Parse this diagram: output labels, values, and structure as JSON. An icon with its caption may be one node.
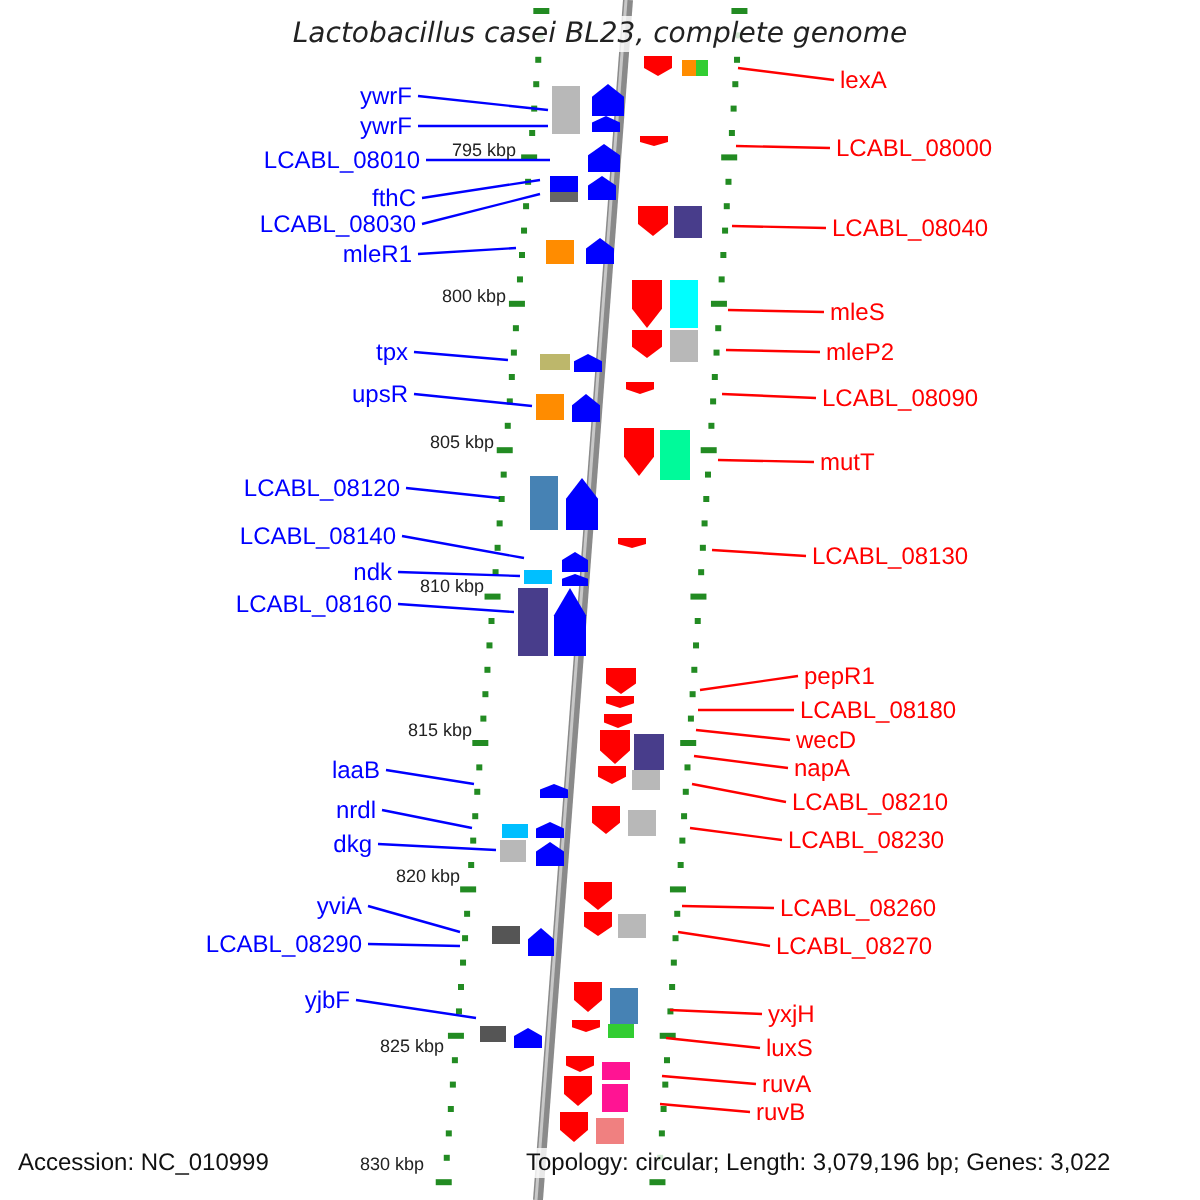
{
  "diagram": {
    "title": "Lactobacillus casei BL23, complete genome",
    "nodes": [
      {
        "text": [
          "ywrF"
        ]
      },
      {
        "text": [
          "ywrF"
        ]
      },
      {
        "text": [
          "LCABL_08010"
        ]
      },
      {
        "text": [
          "fthC"
        ]
      },
      {
        "text": [
          "LCABL_08030"
        ]
      },
      {
        "text": [
          "mleR1"
        ]
      },
      {
        "text": [
          "tpx"
        ]
      },
      {
        "text": [
          "upsR"
        ]
      },
      {
        "text": [
          "LCABL_08120"
        ]
      },
      {
        "text": [
          "LCABL_08140"
        ]
      },
      {
        "text": [
          "ndk"
        ]
      },
      {
        "text": [
          "LCABL_08160"
        ]
      },
      {
        "text": [
          "laaB"
        ]
      },
      {
        "text": [
          "nrdl"
        ]
      },
      {
        "text": [
          "dkg"
        ]
      },
      {
        "text": [
          "yviA"
        ]
      },
      {
        "text": [
          "LCABL_08290"
        ]
      },
      {
        "text": [
          "yjbF"
        ]
      },
      {
        "text": [
          "lexA"
        ]
      },
      {
        "text": [
          "LCABL_08000"
        ]
      },
      {
        "text": [
          "LCABL_08040"
        ]
      },
      {
        "text": [
          "mleS"
        ]
      },
      {
        "text": [
          "mleP2"
        ]
      },
      {
        "text": [
          "LCABL_08090"
        ]
      },
      {
        "text": [
          "mutT"
        ]
      },
      {
        "text": [
          "LCABL_08130"
        ]
      },
      {
        "text": [
          "pepR1"
        ]
      },
      {
        "text": [
          "LCABL_08180"
        ]
      },
      {
        "text": [
          "wecD"
        ]
      },
      {
        "text": [
          "napA"
        ]
      },
      {
        "text": [
          "LCABL_08210"
        ]
      },
      {
        "text": [
          "LCABL_08230"
        ]
      },
      {
        "text": [
          "LCABL_08260"
        ]
      },
      {
        "text": [
          "LCABL_08270"
        ]
      },
      {
        "text": [
          "yxjH"
        ]
      },
      {
        "text": [
          "luxS"
        ]
      },
      {
        "text": [
          "ruvA"
        ]
      },
      {
        "text": [
          "ruvB"
        ]
      }
    ],
    "edges": [
      {
        "from": 0,
        "to": null,
        "arrow": "none",
        "color": "#0000ff"
      },
      {
        "from": 1,
        "to": null,
        "arrow": "none",
        "color": "#0000ff"
      },
      {
        "from": 2,
        "to": null,
        "arrow": "none",
        "color": "#0000ff"
      },
      {
        "from": 3,
        "to": null,
        "arrow": "none",
        "color": "#0000ff"
      },
      {
        "from": 4,
        "to": null,
        "arrow": "none",
        "color": "#0000ff"
      },
      {
        "from": 5,
        "to": null,
        "arrow": "none",
        "color": "#0000ff"
      },
      {
        "from": 6,
        "to": null,
        "arrow": "none",
        "color": "#0000ff"
      },
      {
        "from": 7,
        "to": null,
        "arrow": "none",
        "color": "#0000ff"
      },
      {
        "from": 8,
        "to": null,
        "arrow": "none",
        "color": "#0000ff"
      },
      {
        "from": 9,
        "to": null,
        "arrow": "none",
        "color": "#0000ff"
      },
      {
        "from": 10,
        "to": null,
        "arrow": "none",
        "color": "#0000ff"
      },
      {
        "from": 11,
        "to": null,
        "arrow": "none",
        "color": "#0000ff"
      },
      {
        "from": 12,
        "to": null,
        "arrow": "none",
        "color": "#0000ff"
      },
      {
        "from": 13,
        "to": null,
        "arrow": "none",
        "color": "#0000ff"
      },
      {
        "from": 14,
        "to": null,
        "arrow": "none",
        "color": "#0000ff"
      },
      {
        "from": 15,
        "to": null,
        "arrow": "none",
        "color": "#0000ff"
      },
      {
        "from": 16,
        "to": null,
        "arrow": "none",
        "color": "#0000ff"
      },
      {
        "from": 17,
        "to": null,
        "arrow": "none",
        "color": "#0000ff"
      },
      {
        "from": 18,
        "to": null,
        "arrow": "none"
      },
      {
        "from": 19,
        "to": null,
        "arrow": "none"
      },
      {
        "from": 20,
        "to": null,
        "arrow": "none"
      },
      {
        "from": 21,
        "to": null,
        "arrow": "none"
      },
      {
        "from": 22,
        "to": null,
        "arrow": "none"
      },
      {
        "from": 23,
        "to": null,
        "arrow": "none"
      },
      {
        "from": 24,
        "to": null,
        "arrow": "none"
      },
      {
        "from": 25,
        "to": null,
        "arrow": "none"
      },
      {
        "from": 26,
        "to": null,
        "arrow": "none"
      },
      {
        "from": 27,
        "to": null,
        "arrow": "none"
      },
      {
        "from": 28,
        "to": null,
        "arrow": "none"
      },
      {
        "from": 29,
        "to": null,
        "arrow": "none"
      },
      {
        "from": 30,
        "to": null,
        "arrow": "none"
      },
      {
        "from": 31,
        "to": null,
        "arrow": "none"
      },
      {
        "from": 32,
        "to": null,
        "arrow": "none"
      },
      {
        "from": 33,
        "to": null,
        "arrow": "none"
      },
      {
        "from": 34,
        "to": null,
        "arrow": "none"
      },
      {
        "from": 35,
        "to": null,
        "arrow": "none"
      },
      {
        "from": 36,
        "to": null,
        "arrow": "none"
      },
      {
        "from": 37,
        "to": null,
        "arrow": "none"
      }
    ],
    "labels": [
      "795 kbp",
      "800 kbp",
      "805 kbp",
      "810 kbp",
      "815 kbp",
      "820 kbp",
      "825 kbp",
      "830 kbp",
      "Accession: NC_010999",
      "Topology: circular; Length: 3,079,196 bp; Genes: 3,022"
    ]
  }
}
